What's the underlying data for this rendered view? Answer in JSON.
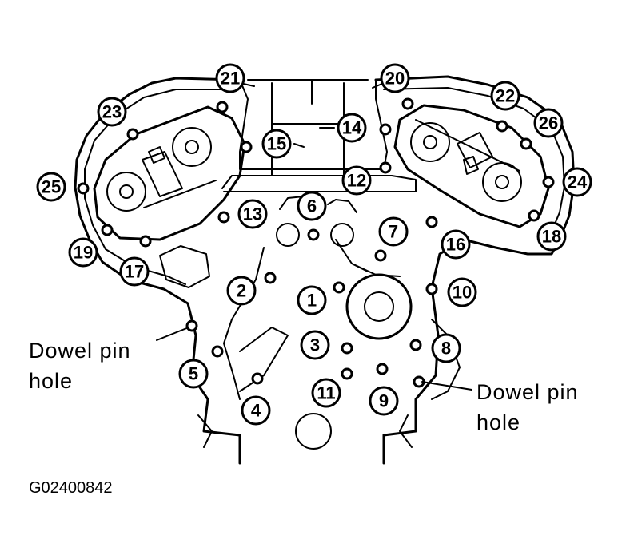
{
  "diagram": {
    "bolts": [
      {
        "id": "1",
        "label": "1"
      },
      {
        "id": "2",
        "label": "2"
      },
      {
        "id": "3",
        "label": "3"
      },
      {
        "id": "4",
        "label": "4"
      },
      {
        "id": "5",
        "label": "5"
      },
      {
        "id": "6",
        "label": "6"
      },
      {
        "id": "7",
        "label": "7"
      },
      {
        "id": "8",
        "label": "8"
      },
      {
        "id": "9",
        "label": "9"
      },
      {
        "id": "10",
        "label": "10"
      },
      {
        "id": "11",
        "label": "11"
      },
      {
        "id": "12",
        "label": "12"
      },
      {
        "id": "13",
        "label": "13"
      },
      {
        "id": "14",
        "label": "14"
      },
      {
        "id": "15",
        "label": "15"
      },
      {
        "id": "16",
        "label": "16"
      },
      {
        "id": "17",
        "label": "17"
      },
      {
        "id": "18",
        "label": "18"
      },
      {
        "id": "19",
        "label": "19"
      },
      {
        "id": "20",
        "label": "20"
      },
      {
        "id": "21",
        "label": "21"
      },
      {
        "id": "22",
        "label": "22"
      },
      {
        "id": "23",
        "label": "23"
      },
      {
        "id": "24",
        "label": "24"
      },
      {
        "id": "25",
        "label": "25"
      },
      {
        "id": "26",
        "label": "26"
      }
    ],
    "dowel_left": {
      "line1": "Dowel pin",
      "line2": "hole"
    },
    "dowel_right": {
      "line1": "Dowel pin",
      "line2": "hole"
    },
    "figure_code": "G02400842"
  }
}
